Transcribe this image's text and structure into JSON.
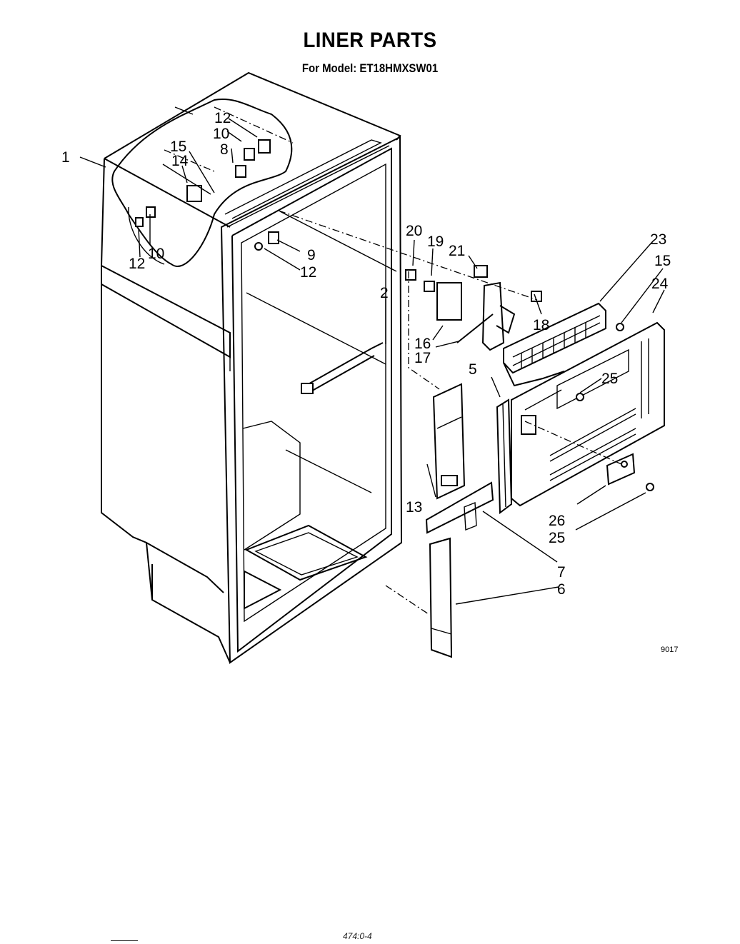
{
  "title": "LINER PARTS",
  "subtitle": "For Model: ET18HMXSW01",
  "drawing_code": "9017",
  "footer_mark": "474:0-4",
  "callouts": [
    "1",
    "2",
    "5",
    "6",
    "7",
    "8",
    "9",
    "10",
    "10",
    "12",
    "12",
    "12",
    "13",
    "14",
    "15",
    "15",
    "16",
    "17",
    "18",
    "19",
    "20",
    "21",
    "23",
    "24",
    "25",
    "25",
    "26"
  ]
}
